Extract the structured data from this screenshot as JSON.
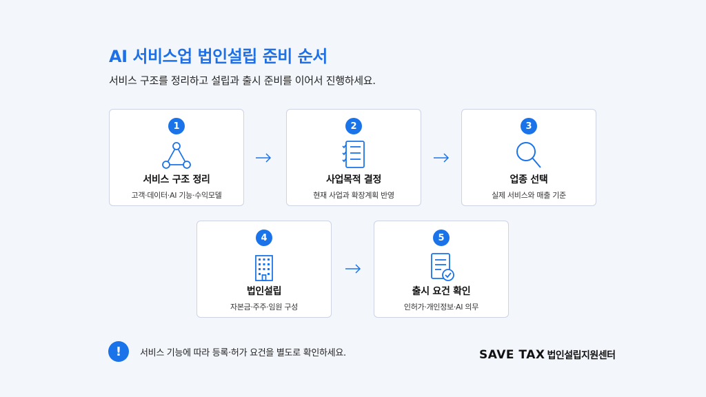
{
  "title": "AI 서비스업 법인설립 준비 순서",
  "subtitle": "서비스 구조를 정리하고 설립과 출시 준비를 이어서 진행하세요.",
  "steps": [
    {
      "number": "1",
      "icon": "network-triangle-icon",
      "title": "서비스 구조 정리",
      "desc": "고객·데이터·AI 기능·수익모델"
    },
    {
      "number": "2",
      "icon": "checklist-icon",
      "title": "사업목적 결정",
      "desc": "현재 사업과 확장계획 반영"
    },
    {
      "number": "3",
      "icon": "magnifier-icon",
      "title": "업종 선택",
      "desc": "실제 서비스와 매출 기준"
    },
    {
      "number": "4",
      "icon": "building-icon",
      "title": "법인설립",
      "desc": "자본금·주주·임원 구성"
    },
    {
      "number": "5",
      "icon": "document-check-icon",
      "title": "출시 요건 확인",
      "desc": "인허가·개인정보·AI 의무"
    }
  ],
  "notice": {
    "icon": "exclamation-icon",
    "symbol": "!",
    "text": "서비스 기능에 따라 등록·허가 요건을 별도로 확인하세요."
  },
  "brand": {
    "logo": "SAVE TAX",
    "name": "법인설립지원센터"
  },
  "colors": {
    "accent": "#1a73e8",
    "title": "#1f6fe5",
    "background": "#f3f7fc",
    "card_border": "#cdd3e3"
  }
}
